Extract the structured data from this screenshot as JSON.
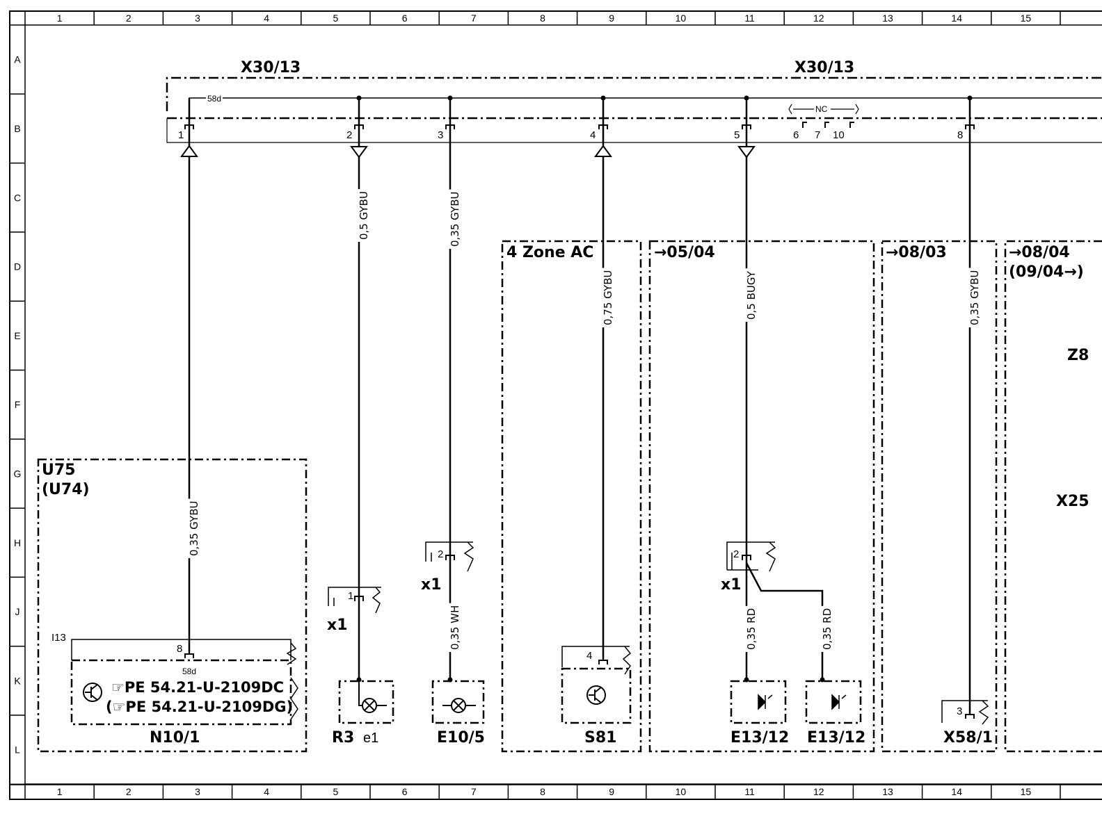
{
  "frame": {
    "columns": [
      "1",
      "2",
      "3",
      "4",
      "5",
      "6",
      "7",
      "8",
      "9",
      "10",
      "11",
      "12",
      "13",
      "14",
      "15"
    ],
    "rows": [
      "A",
      "B",
      "C",
      "D",
      "E",
      "F",
      "G",
      "H",
      "J",
      "K",
      "L"
    ]
  },
  "connector": {
    "left_label": "X30/13",
    "right_label": "X30/13",
    "pin_58d": "58d",
    "nc_label": "NC",
    "pins": [
      "1",
      "2",
      "3",
      "4",
      "5",
      "6",
      "7",
      "10",
      "8"
    ]
  },
  "wires": {
    "w_pin1": "0,35 GYBU",
    "w_pin2": "0,5 GYBU",
    "w_pin3": "0,35 GYBU",
    "w_pin4": "0,75 GYBU",
    "w_pin5": "0,5 BUGY",
    "w_pin8": "0,35 GYBU",
    "w_e105": "0,35 WH",
    "w_rd1": "0,35 RD",
    "w_rd2": "0,35 RD"
  },
  "boxes": {
    "u75": "U75",
    "u74": "(U74)",
    "zone_ac": "4 Zone AC",
    "b0504": "→05/04",
    "b0803": "→08/03",
    "b0804": "→08/04",
    "b0904": "(09/04→)"
  },
  "components": {
    "n101": "N10/1",
    "i13": "I13",
    "pin8": "8",
    "pin58d": "58d",
    "ref1": "☞PE  54.21-U-2109DC",
    "ref2": "(☞PE  54.21-U-2109DG)",
    "r3": "R3",
    "e1": "e1",
    "e105": "E10/5",
    "s81": "S81",
    "s81_pin": "4",
    "e1312a": "E13/12",
    "e1312b": "E13/12",
    "x581": "X58/1",
    "x581_pin": "3",
    "x1_r3": "x1",
    "x1_e105": "x1",
    "x1_e1312": "x1",
    "pin_r3": "1",
    "pin_e105": "2",
    "pin_e1312": "2",
    "z8": "Z8",
    "x25": "X25"
  }
}
